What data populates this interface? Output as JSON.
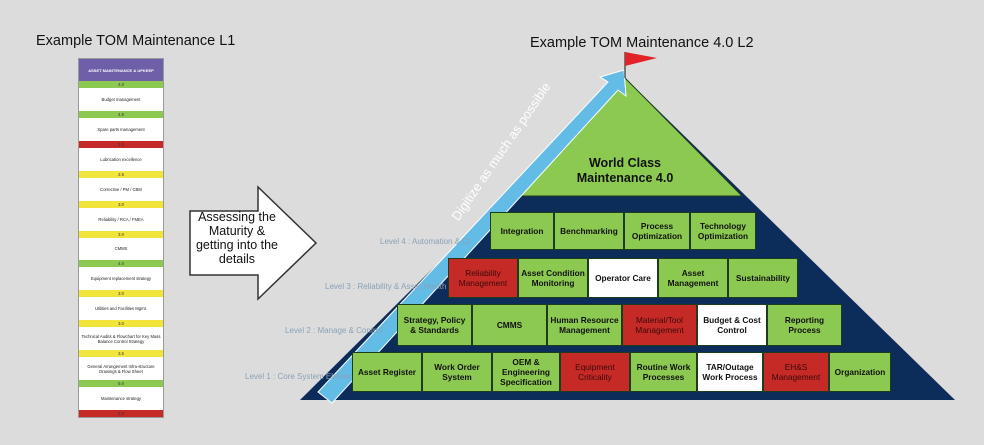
{
  "titles": {
    "l1": "Example TOM Maintenance L1",
    "l2": "Example TOM Maintenance 4.0  L2"
  },
  "l1_rows": [
    {
      "kind": "head",
      "text": "ASSET MAINTENANCE & UPKEEP"
    },
    {
      "kind": "score",
      "text": "4.0"
    },
    {
      "kind": "item",
      "text": "Budget management"
    },
    {
      "kind": "score",
      "text": "4.5"
    },
    {
      "kind": "item",
      "text": "Spare parts management"
    },
    {
      "kind": "score",
      "text": "2.0"
    },
    {
      "kind": "item",
      "text": "Lubrication excellence"
    },
    {
      "kind": "score",
      "text": "2.5"
    },
    {
      "kind": "item",
      "text": "Corrective / PM / CBM"
    },
    {
      "kind": "score",
      "text": "3.0"
    },
    {
      "kind": "item",
      "text": "Reliability / RCA / FMEA"
    },
    {
      "kind": "score",
      "text": "3.0"
    },
    {
      "kind": "item",
      "text": "CMMS"
    },
    {
      "kind": "score",
      "text": "4.0"
    },
    {
      "kind": "item",
      "text": "Equipment replacement strategy"
    },
    {
      "kind": "score",
      "text": "3.0"
    },
    {
      "kind": "item",
      "text": "Utilities and Facilities Mgmt."
    },
    {
      "kind": "score",
      "text": "3.0"
    },
    {
      "kind": "item",
      "text": "Technical Audits & Flowchart for Key Mass Balance Control Strategy"
    },
    {
      "kind": "score",
      "text": "3.5"
    },
    {
      "kind": "item",
      "text": "General Arrangement Infra-structure Drawings & Flow Sheet"
    },
    {
      "kind": "score",
      "text": "5.0"
    },
    {
      "kind": "item",
      "text": "Maintenance strategy"
    },
    {
      "kind": "score",
      "text": "2.0"
    }
  ],
  "colors": {
    "green": "#8cc950",
    "red": "#c62a27",
    "white": "#ffffff",
    "yellow": "#f1e43a",
    "pyramid_dark": "#0c2c5a",
    "pyramid_green": "#8cc950",
    "arrow": "#63bce6",
    "flag": "#e2232a"
  },
  "assess_text": "Assessing the Maturity & getting into the details",
  "digitize_text": "Digitize as much as possible",
  "top": {
    "title": "World Class Maintenance 4.0"
  },
  "levels": [
    {
      "label": "Level 4 : Automation & CI",
      "items": [
        {
          "text": "Integration",
          "color": "green"
        },
        {
          "text": "Benchmarking",
          "color": "green"
        },
        {
          "text": "Process Optimization",
          "color": "green"
        },
        {
          "text": "Technology Optimization",
          "color": "green"
        }
      ]
    },
    {
      "label": "Level 3 : Reliability & Asset Health",
      "items": [
        {
          "text": "Reliability Management",
          "color": "red"
        },
        {
          "text": "Asset Condition Monitoring",
          "color": "green"
        },
        {
          "text": "Operator Care",
          "color": "white"
        },
        {
          "text": "Asset Management",
          "color": "green"
        },
        {
          "text": "Sustainability",
          "color": "green"
        }
      ]
    },
    {
      "label": "Level 2 : Manage & Control",
      "items": [
        {
          "text": "Strategy, Policy & Standards",
          "color": "green"
        },
        {
          "text": "CMMS",
          "color": "green"
        },
        {
          "text": "Human Resource Management",
          "color": "green"
        },
        {
          "text": "Material/Tool Management",
          "color": "red"
        },
        {
          "text": "Budget & Cost Control",
          "color": "white"
        },
        {
          "text": "Reporting Process",
          "color": "green"
        }
      ]
    },
    {
      "label": "Level 1 : Core System Elements",
      "items": [
        {
          "text": "Asset Register",
          "color": "green"
        },
        {
          "text": "Work Order System",
          "color": "green"
        },
        {
          "text": "OEM & Engineering Specification",
          "color": "green"
        },
        {
          "text": "Equipment Criticality",
          "color": "red"
        },
        {
          "text": "Routine Work Processes",
          "color": "green"
        },
        {
          "text": "TAR/Outage Work Process",
          "color": "white"
        },
        {
          "text": "EH&S Management",
          "color": "red"
        },
        {
          "text": "Organization",
          "color": "green"
        }
      ]
    }
  ]
}
